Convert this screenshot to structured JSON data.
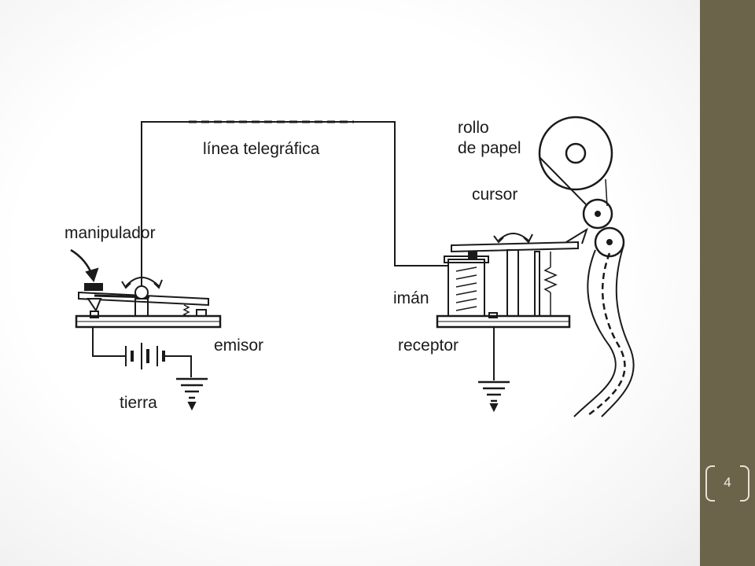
{
  "diagram": {
    "labels": {
      "line": "línea telegráfica",
      "roll": "rollo",
      "roll2": "de papel",
      "cursor": "cursor",
      "key": "manipulador",
      "magnet": "imán",
      "transmitter": "emisor",
      "receiver": "receptor",
      "ground": "tierra"
    }
  },
  "slide": {
    "page_number": "4"
  },
  "colors": {
    "sidebar": "#6b634a",
    "ink": "#1a1a1a",
    "background": "#ffffff"
  }
}
